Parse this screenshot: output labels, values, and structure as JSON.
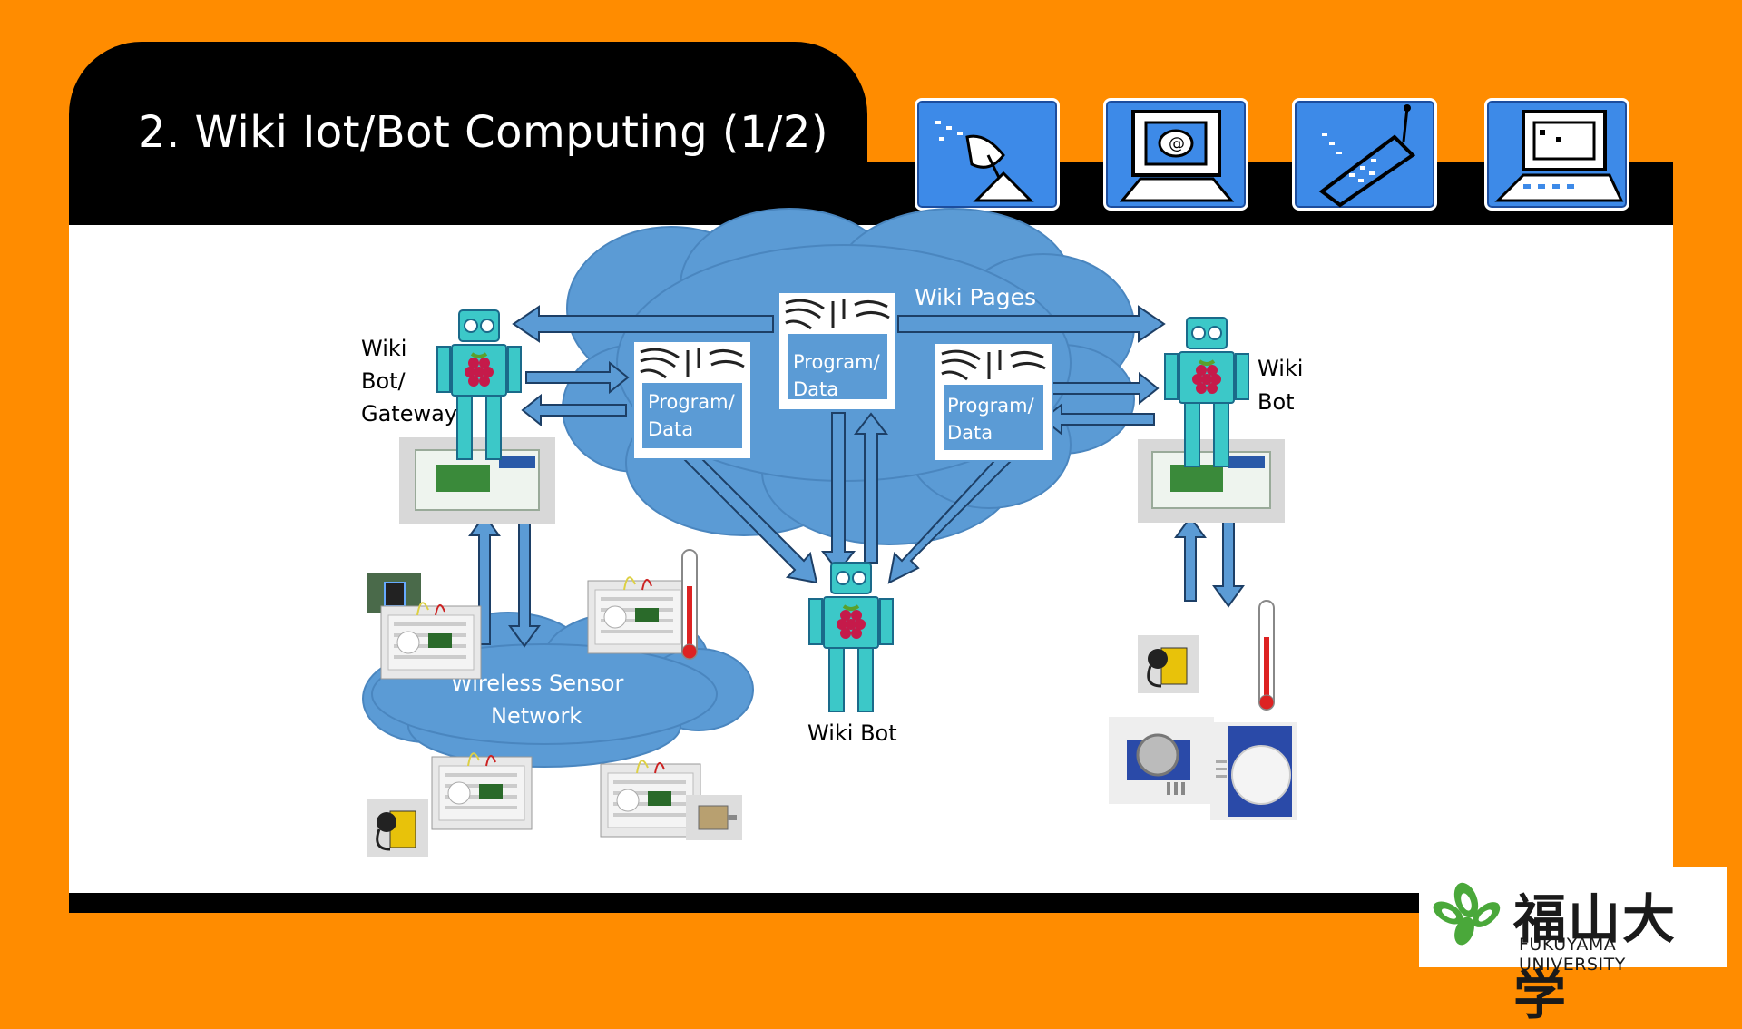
{
  "slide": {
    "title": "2. Wiki Iot/Bot Computing (1/2)"
  },
  "header_icons": [
    {
      "icon": "satellite-dish-icon"
    },
    {
      "icon": "email-computer-icon"
    },
    {
      "icon": "mobile-phone-icon"
    },
    {
      "icon": "laptop-terminal-icon"
    }
  ],
  "diagram": {
    "cloud_label": "Wiki Pages",
    "pages": [
      {
        "line1": "Program/",
        "line2": "Data"
      },
      {
        "line1": "Program/",
        "line2": "Data"
      },
      {
        "line1": "Program/",
        "line2": "Data"
      }
    ],
    "gateway_label": [
      "Wiki",
      "Bot/",
      "Gateway"
    ],
    "right_bot_label": [
      "Wiki",
      "Bot"
    ],
    "center_bot_label": "Wiki Bot",
    "wsn_label": [
      "Wireless Sensor",
      "Network"
    ]
  },
  "logo": {
    "kanji": "福山大学",
    "english": "FUKUYAMA UNIVERSITY"
  },
  "colors": {
    "background": "#FF8C00",
    "header": "#000000",
    "cloud": "#5B9BD5",
    "robot": "#3CC8C8",
    "arrow": "#5B9BD5"
  }
}
